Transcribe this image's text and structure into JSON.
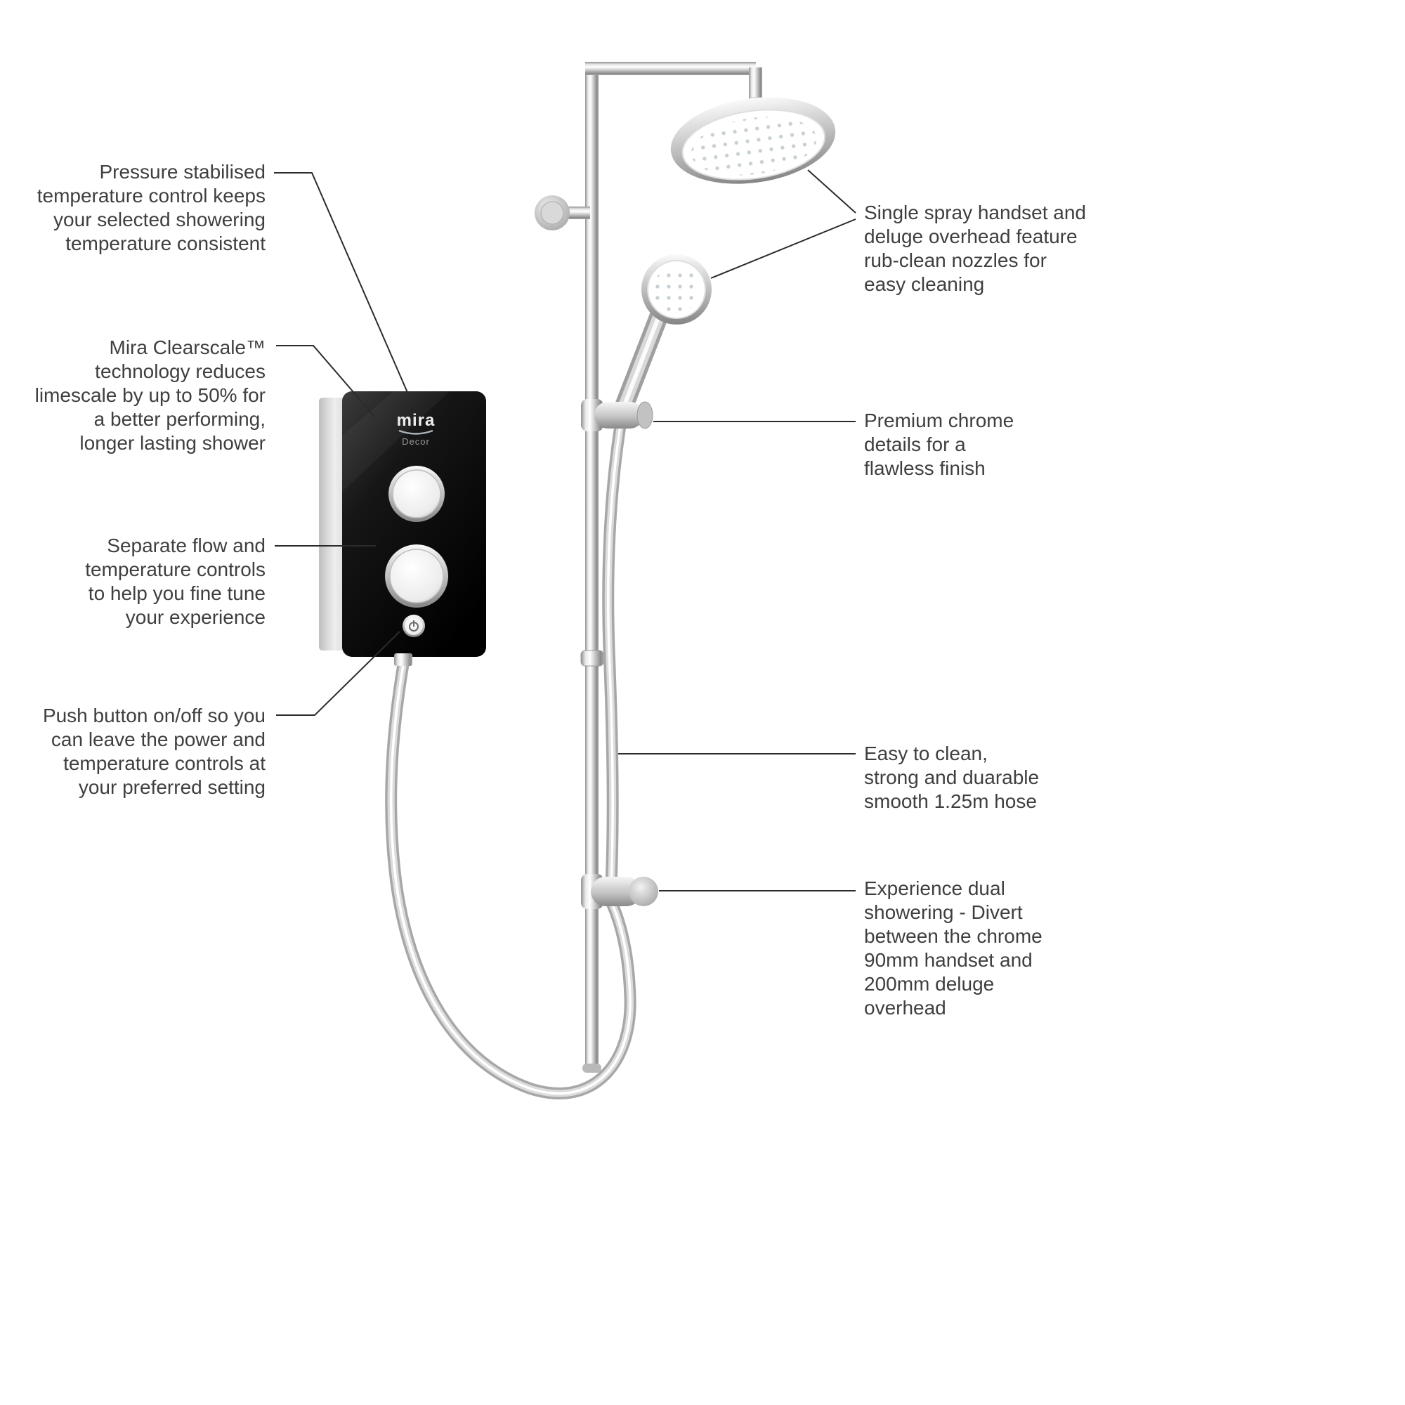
{
  "meta": {
    "background_color": "#ffffff",
    "text_color": "#3f3f3f",
    "leader_line_color": "#2b2b2b",
    "chrome_color": "#c9c9c9",
    "unit_color": "#0a0a0a"
  },
  "device": {
    "brand": "mira",
    "model": "Decor"
  },
  "icons": [
    "power-icon"
  ],
  "callouts": {
    "left": [
      {
        "id": "temperature-control",
        "text": "Pressure stabilised\ntemperature control keeps\nyour selected showering\ntemperature consistent"
      },
      {
        "id": "clearscale",
        "text": "Mira Clearscale™\ntechnology reduces\nlimescale by up to 50% for\na better performing,\nlonger lasting shower"
      },
      {
        "id": "flow-temp-controls",
        "text": "Separate flow and\ntemperature controls\nto help you fine tune\nyour experience"
      },
      {
        "id": "push-button",
        "text": "Push button on/off so you\ncan leave the power and\ntemperature controls at\nyour preferred setting"
      }
    ],
    "right": [
      {
        "id": "rub-clean-nozzles",
        "text": "Single spray handset and\ndeluge overhead feature\nrub-clean nozzles for\neasy cleaning"
      },
      {
        "id": "chrome-details",
        "text": "Premium chrome\ndetails for a\nflawless finish"
      },
      {
        "id": "hose",
        "text": "Easy to clean,\nstrong and duarable\nsmooth 1.25m hose"
      },
      {
        "id": "dual-showering",
        "text": "Experience dual\nshowering - Divert\nbetween the chrome\n90mm handset and\n200mm deluge\noverhead"
      }
    ]
  }
}
